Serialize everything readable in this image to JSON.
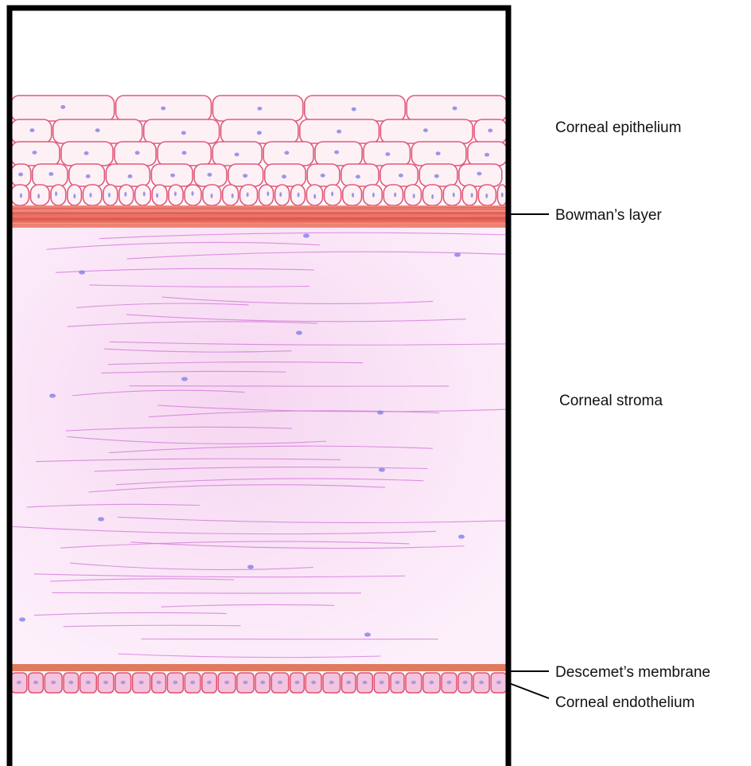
{
  "diagram": {
    "colors": {
      "background": "#ffffff",
      "frame": "#000000",
      "cell_outline": "#e05a7a",
      "cell_fill": "#fdf1f6",
      "nucleus": "#8a86e6",
      "bowman": "#e8685c",
      "stroma_fill": "#fbe8f7",
      "stroma_fiber": "#d27ad8",
      "descemet": "#e07a5e",
      "endothelium_fill": "#f3c4df",
      "endothelium_outline": "#e0506e",
      "leader_line": "#000000"
    },
    "labels": [
      {
        "id": "epithelium",
        "text": "Corneal epithelium"
      },
      {
        "id": "bowman",
        "text": "Bowman’s layer"
      },
      {
        "id": "stroma",
        "text": "Corneal stroma"
      },
      {
        "id": "descemet",
        "text": "Descemet’s membrane"
      },
      {
        "id": "endothelium",
        "text": "Corneal endothelium"
      }
    ]
  }
}
